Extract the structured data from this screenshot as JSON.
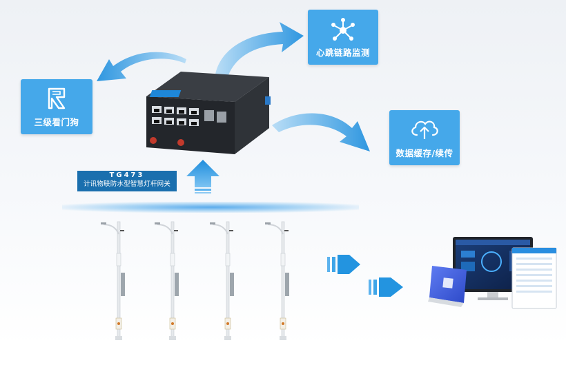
{
  "features": {
    "heartbeat": {
      "label": "心跳链路监测",
      "icon": "network-node-icon"
    },
    "watchdog": {
      "label": "三级看门狗",
      "icon": "watchdog-icon"
    },
    "cache": {
      "label": "数据缓存/续传",
      "icon": "cloud-upload-icon"
    }
  },
  "gateway": {
    "model": "TG473",
    "description": "计讯物联防水型智慧灯杆网关"
  },
  "colors": {
    "tile_blue": "#45a8ea",
    "arrow_blue": "#3a9fe3",
    "caption_blue": "#1a6fae",
    "device_body": "#2b2e33"
  }
}
